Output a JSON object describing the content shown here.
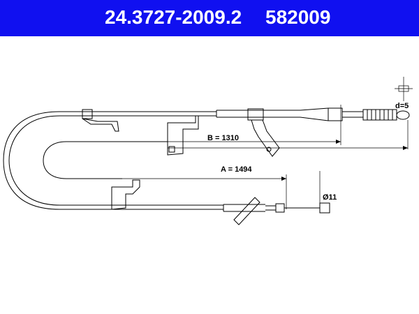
{
  "header": {
    "part_number": "24.3727-2009.2",
    "ref_number": "582009"
  },
  "dimensions": {
    "a_label": "A = 1494",
    "b_label": "B = 1310",
    "d_label": "d=5",
    "diameter_label": "Ø11"
  },
  "colors": {
    "header_bg": "#1010f0",
    "header_text": "#ffffff",
    "drawing": "#000000"
  }
}
